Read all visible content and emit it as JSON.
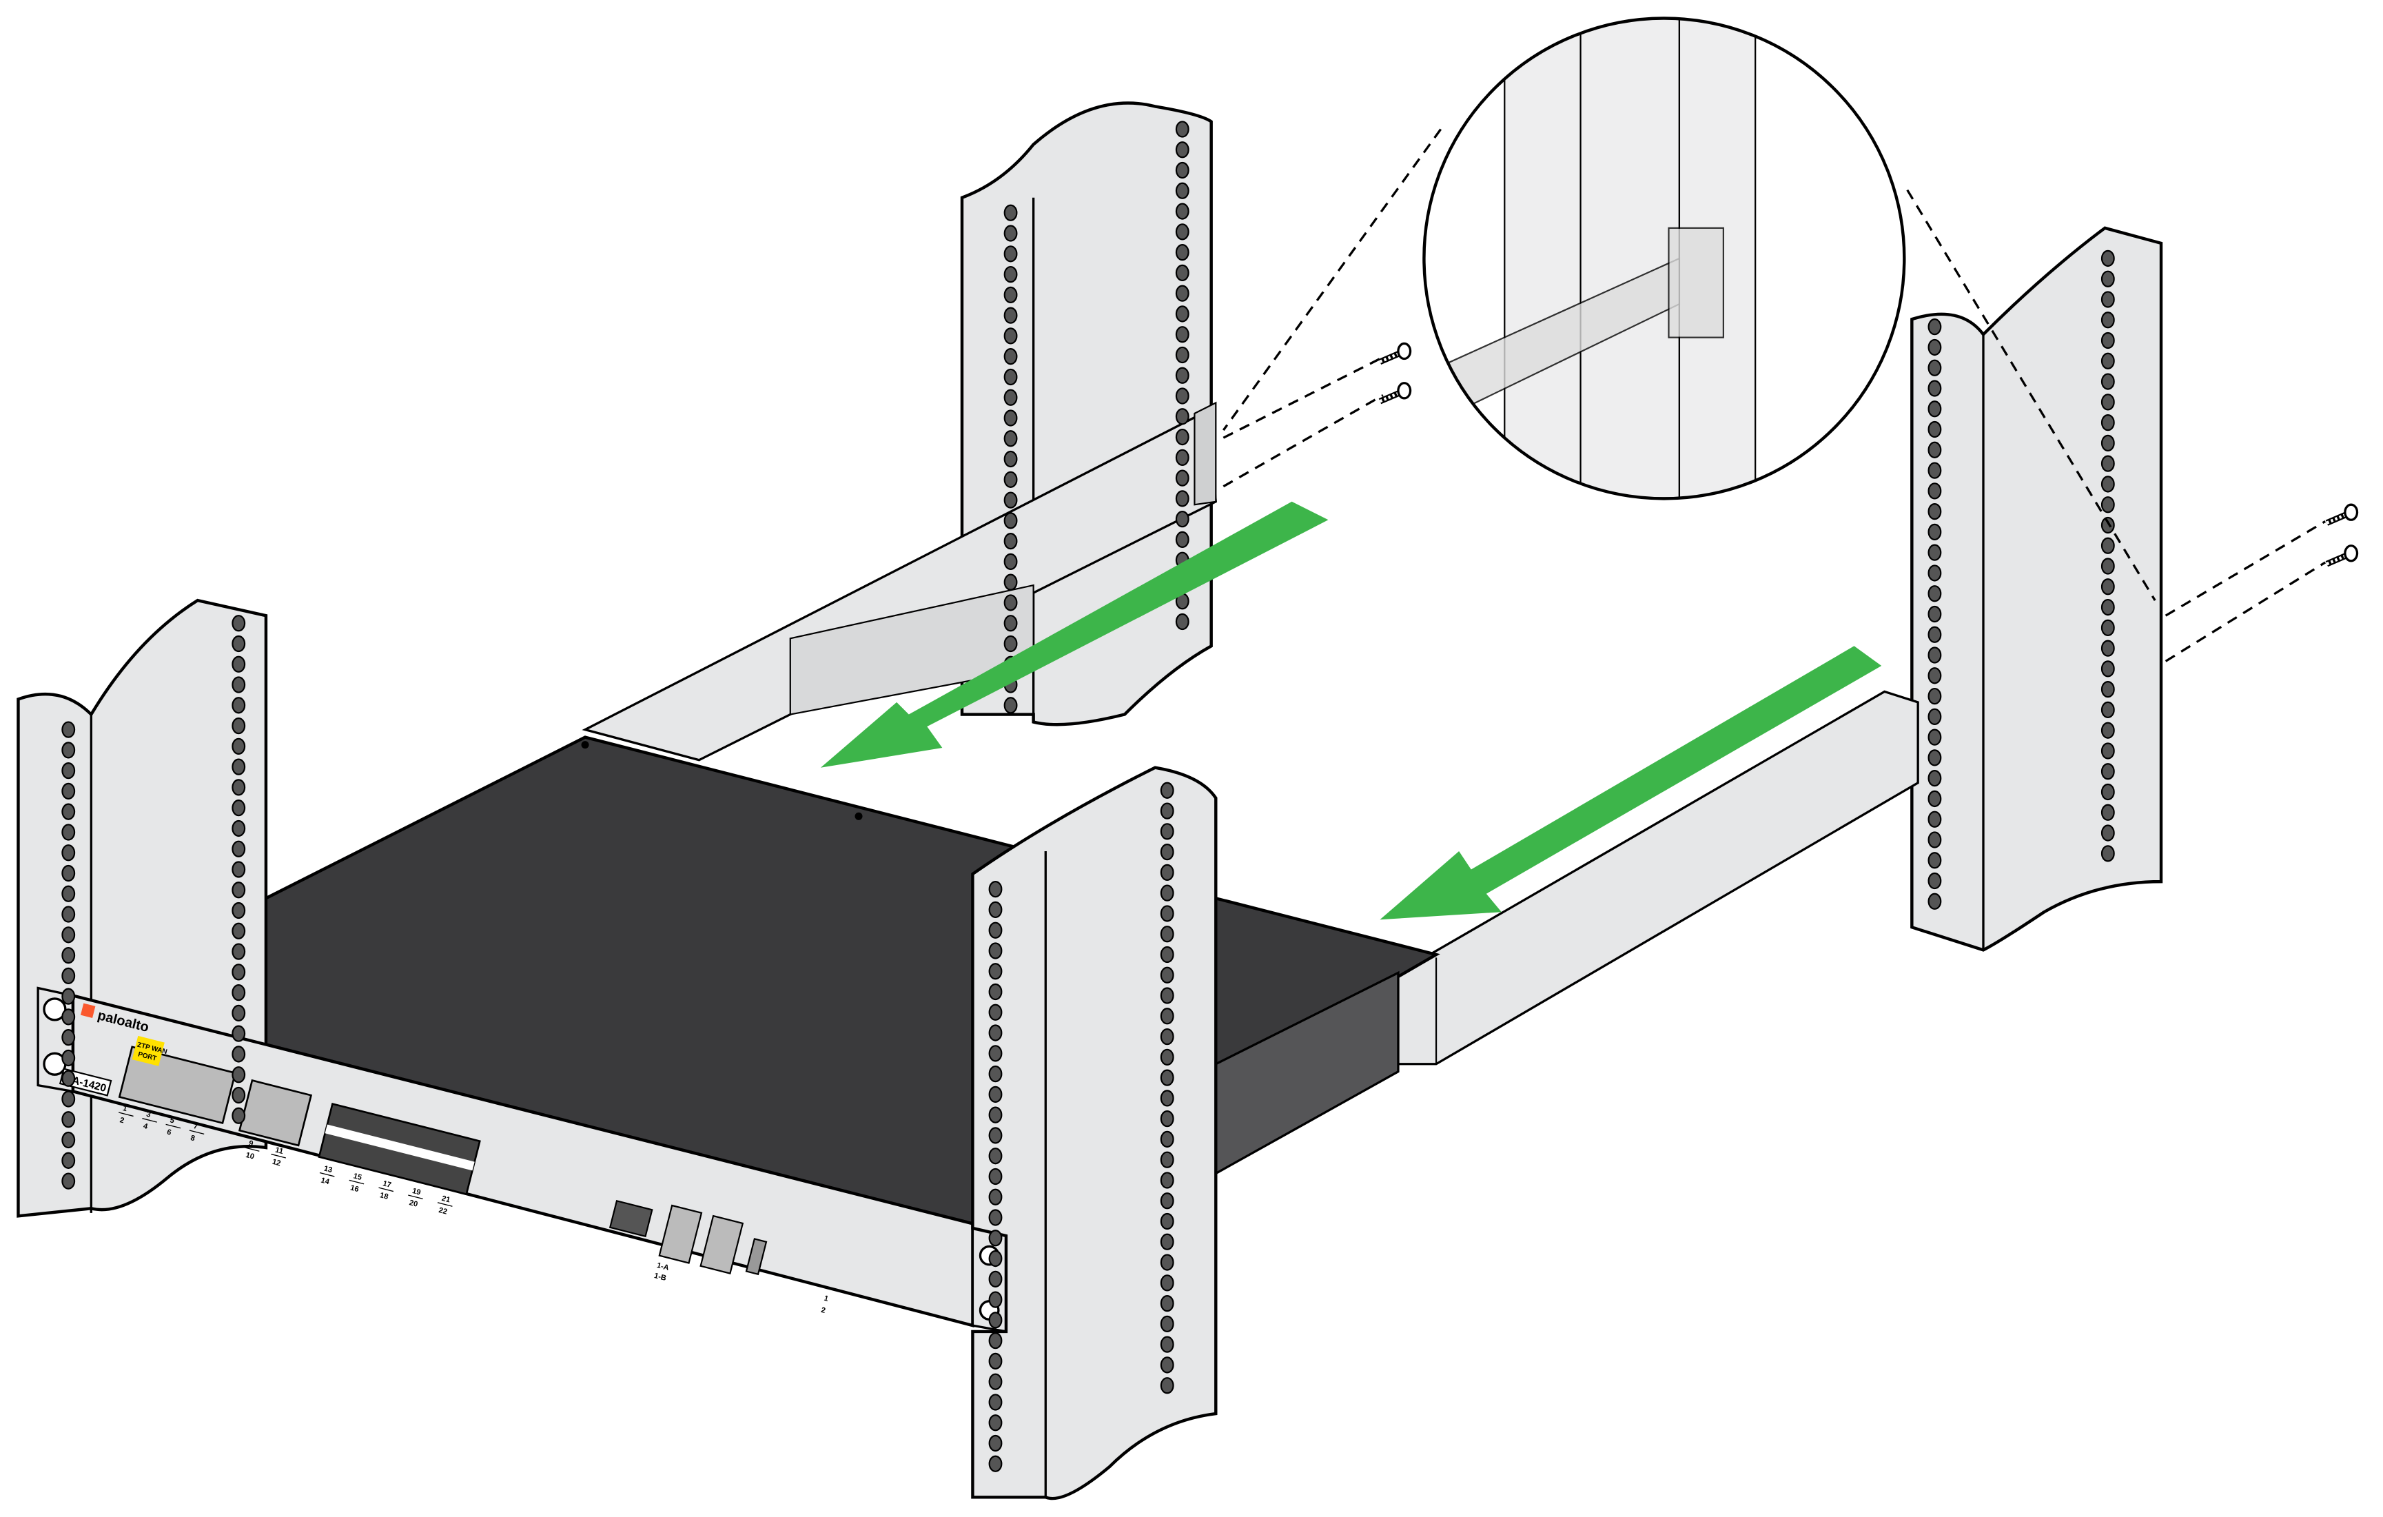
{
  "device": {
    "brand": "paloalto",
    "model": "PA-1420",
    "ztp_tag": [
      "ZTP WAN",
      "PORT"
    ],
    "port_labels": [
      {
        "top": "1",
        "bottom": "2"
      },
      {
        "top": "3",
        "bottom": "4"
      },
      {
        "top": "5",
        "bottom": "6"
      },
      {
        "top": "7",
        "bottom": "8"
      },
      {
        "top": "9",
        "bottom": "10"
      },
      {
        "top": "11",
        "bottom": "12"
      },
      {
        "top": "13",
        "bottom": "14"
      },
      {
        "top": "15",
        "bottom": "16"
      },
      {
        "top": "17",
        "bottom": "18"
      },
      {
        "top": "19",
        "bottom": "20"
      },
      {
        "top": "21",
        "bottom": "22"
      }
    ],
    "ha_labels": {
      "top": "1-A",
      "bottom": "1-B"
    },
    "psu_labels": [
      "1",
      "2"
    ]
  },
  "colors": {
    "arrow": "#3db54a",
    "chassis_top": "#3a3a3c",
    "chassis_side": "#555557",
    "rack_post": "#e6e7e8",
    "panel": "#e6e7e8",
    "ztp_tag": "#ffe100",
    "logo": "#fa582d"
  }
}
